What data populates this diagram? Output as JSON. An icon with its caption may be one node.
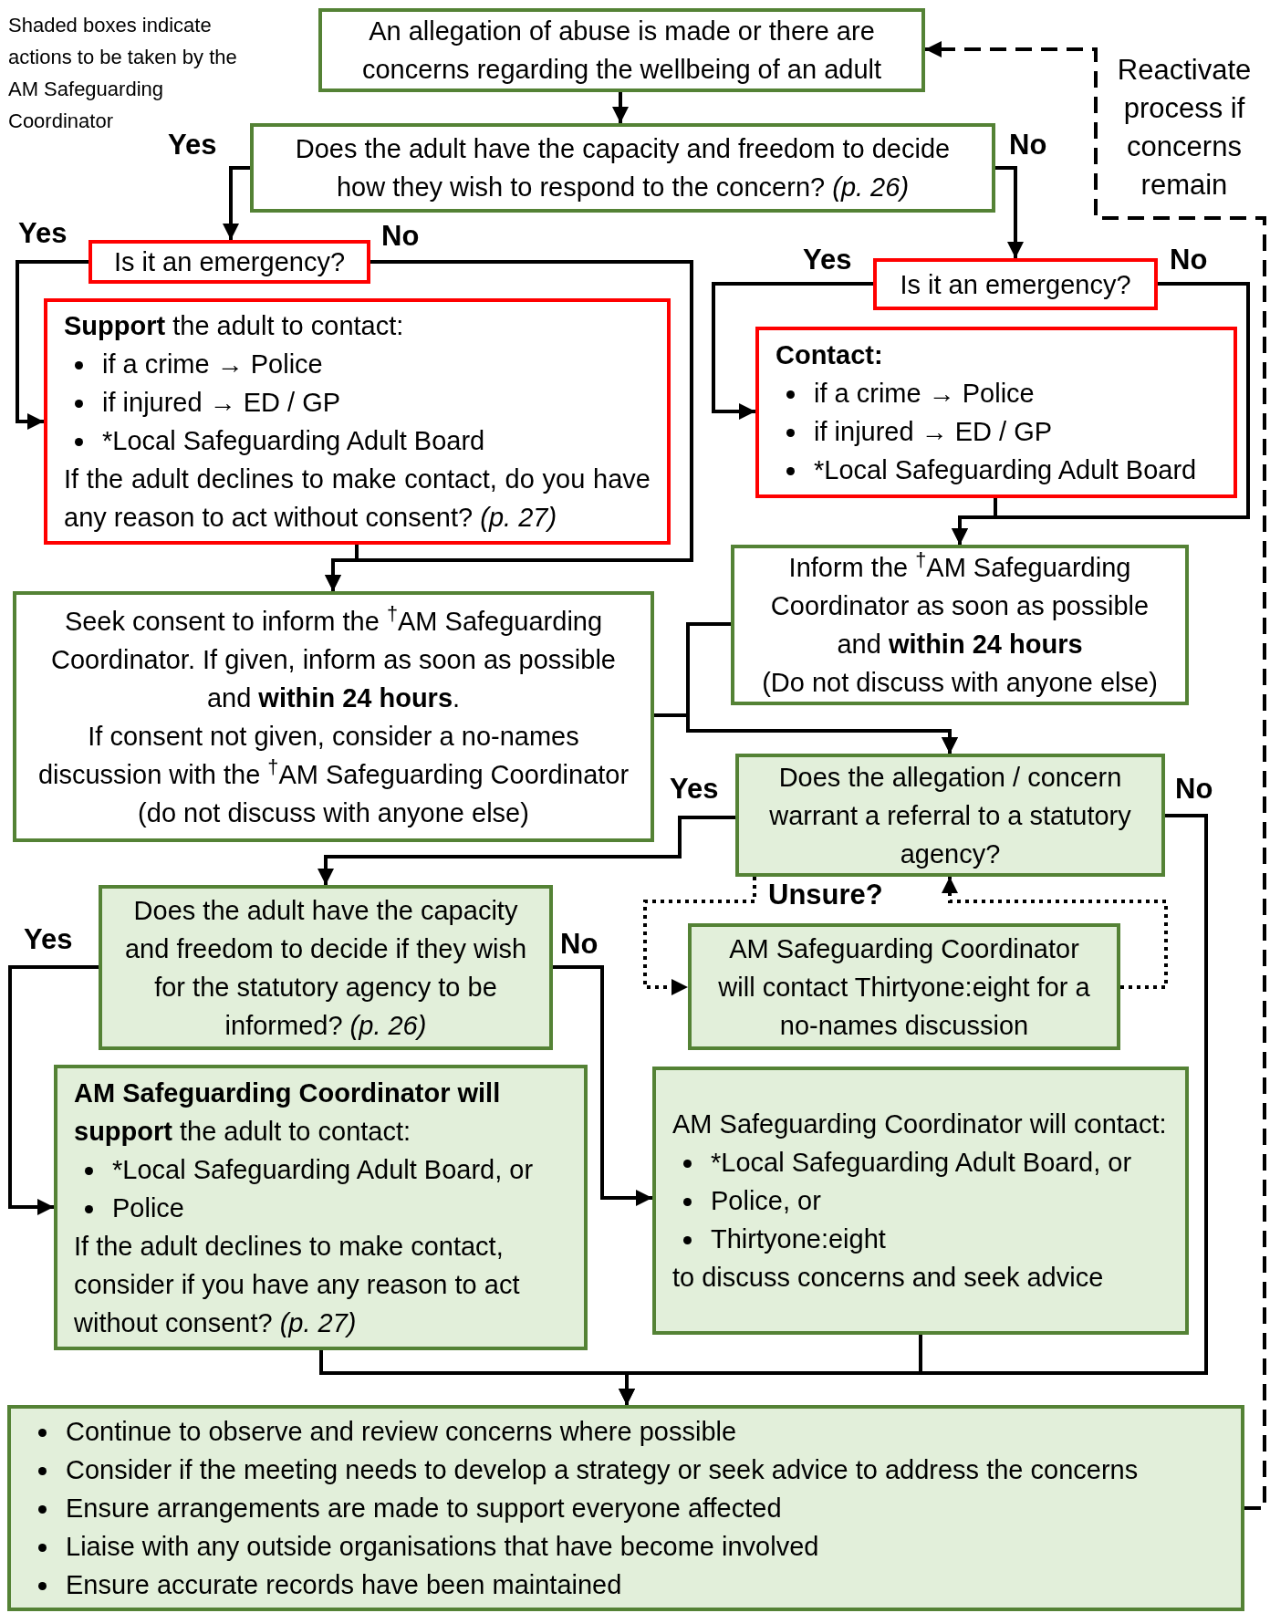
{
  "diagram": {
    "nodes": [
      {
        "text": [
          "An allegation of abuse is made or there are concerns regarding the wellbeing of an adult"
        ]
      },
      {
        "text": [
          "Does the adult have the capacity and freedom to decide how they wish to respond to the concern? *(p. 26)*"
        ]
      },
      {
        "text": [
          "Is it an emergency?"
        ]
      },
      {
        "text": [
          "**Support** the adult to contact:",
          "if a crime → Police",
          "if injured → ED / GP",
          "*Local Safeguarding Adult Board",
          "If the adult declines to make contact, do you have any reason to act without consent? *(p. 27)*"
        ]
      },
      {
        "text": [
          "Is it an emergency?"
        ]
      },
      {
        "text": [
          "Contact:",
          "if a crime → Police",
          "if injured → ED / GP",
          "*Local Safeguarding Adult Board"
        ]
      },
      {
        "text": [
          "Inform the $^{†}$AM Safeguarding Coordinator as soon as possible and **within 24 hours**",
          "(Do not discuss with anyone else)"
        ]
      },
      {
        "text": [
          "Seek consent to inform the $^{†}$AM Safeguarding Coordinator. If given, inform as soon as possible and **within 24 hours**.",
          "If consent not given, consider a no-names discussion with the $^{†}$AM Safeguarding Coordinator (do not discuss with anyone else)"
        ]
      },
      {
        "text": [
          "Does the allegation / concern warrant a referral to a statutory agency?"
        ]
      },
      {
        "text": [
          "Does the adult have the capacity and freedom to decide if they wish for the statutory agency to be informed? *(p. 26)*"
        ]
      },
      {
        "text": [
          "AM Safeguarding Coordinator will contact Thirtyone:eight for a no-names discussion"
        ]
      },
      {
        "text": [
          "**AM Safeguarding Coordinator will support** the adult to contact:",
          "*Local Safeguarding Adult Board, or",
          "Police",
          "If the adult declines to make contact, consider if you have any reason to act without consent? *(p. 27)*"
        ]
      },
      {
        "text": [
          "AM Safeguarding Coordinator will contact:",
          "*Local Safeguarding Adult Board, or",
          "Police, or",
          "Thirtyone:eight",
          "to discuss concerns and seek advice"
        ]
      },
      {
        "text": [
          "Continue to observe and review concerns where possible",
          "Consider if the meeting needs to develop a strategy or seek advice to address the concerns",
          "Ensure arrangements are made to support everyone affected",
          "Liaise with any outside organisations that have become involved",
          "Ensure accurate records have been maintained"
        ]
      }
    ],
    "edges": [
      {
        "from": 0,
        "to": 1,
        "arrow": "to"
      },
      {
        "from": 1,
        "to": 2,
        "arrow": "to",
        "label": "Yes"
      },
      {
        "from": 1,
        "to": 4,
        "arrow": "to",
        "label": "No"
      },
      {
        "from": 2,
        "to": 3,
        "arrow": "to",
        "label": "Yes"
      },
      {
        "from": 2,
        "to": 7,
        "arrow": "to",
        "label": "No"
      },
      {
        "from": 3,
        "to": 7,
        "arrow": "to"
      },
      {
        "from": 4,
        "to": 5,
        "arrow": "to",
        "label": "Yes"
      },
      {
        "from": 4,
        "to": 6,
        "arrow": "to",
        "label": "No"
      },
      {
        "from": 5,
        "to": 6,
        "arrow": "to"
      },
      {
        "from": 6,
        "to": 8,
        "arrow": "to"
      },
      {
        "from": 7,
        "to": 8,
        "arrow": "to"
      },
      {
        "from": 8,
        "to": 9,
        "arrow": "to",
        "label": "Yes"
      },
      {
        "from": 8,
        "to": 13,
        "arrow": "to",
        "label": "No"
      },
      {
        "from": 8,
        "to": 10,
        "arrow": "to",
        "label": "Unsure?",
        "style": "dashed"
      },
      {
        "from": 10,
        "to": 8,
        "arrow": "to",
        "style": "dashed"
      },
      {
        "from": 9,
        "to": 11,
        "arrow": "to",
        "label": "Yes"
      },
      {
        "from": 9,
        "to": 12,
        "arrow": "to",
        "label": "No"
      },
      {
        "from": 11,
        "to": 13,
        "arrow": "to"
      },
      {
        "from": 12,
        "to": 13,
        "arrow": "to"
      },
      {
        "from": 13,
        "to": 0,
        "arrow": "to",
        "label": "Reactivate process if concerns remain",
        "style": "dashed"
      }
    ],
    "labels": [
      "Shaded boxes indicate actions to be taken by the AM Safeguarding Coordinator"
    ]
  }
}
